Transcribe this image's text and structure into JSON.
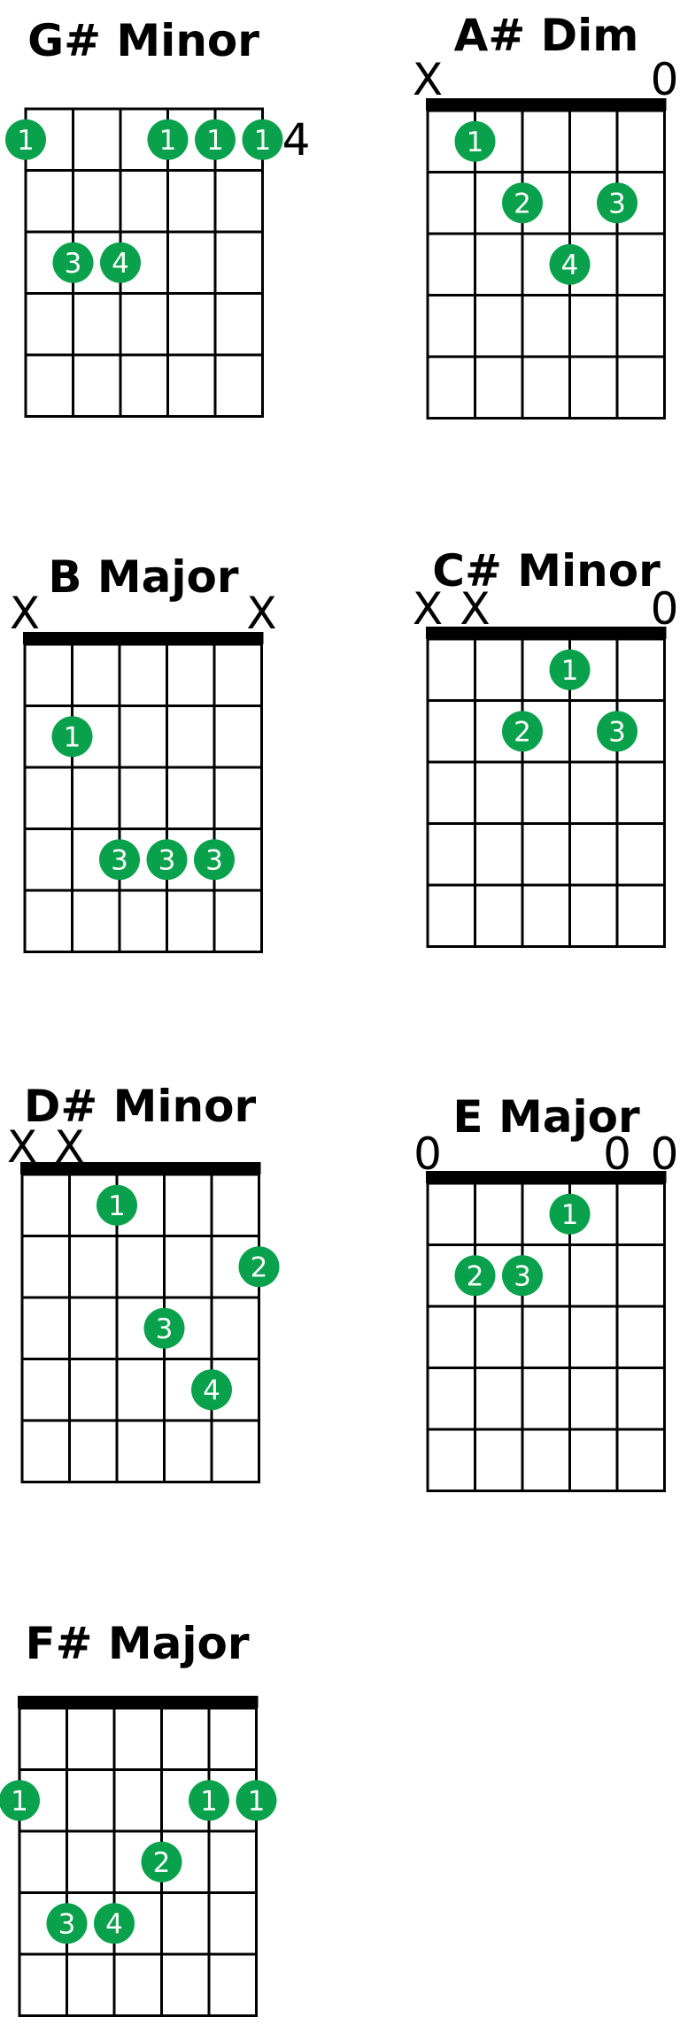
{
  "colors": {
    "dot": "#0aa14c",
    "line": "#000000",
    "dot_text": "#ffffff",
    "background": "#ffffff"
  },
  "chords": [
    {
      "name": "G# Minor",
      "nut": false,
      "fret_label": "4",
      "markers": [
        "",
        "",
        "",
        "",
        "",
        ""
      ],
      "dots": [
        {
          "string": 0,
          "fret": 1,
          "finger": "1"
        },
        {
          "string": 3,
          "fret": 1,
          "finger": "1"
        },
        {
          "string": 4,
          "fret": 1,
          "finger": "1"
        },
        {
          "string": 5,
          "fret": 1,
          "finger": "1"
        },
        {
          "string": 1,
          "fret": 3,
          "finger": "3"
        },
        {
          "string": 2,
          "fret": 3,
          "finger": "4"
        }
      ]
    },
    {
      "name": "A# Dim",
      "nut": true,
      "fret_label": "",
      "markers": [
        "X",
        "",
        "",
        "",
        "",
        "0"
      ],
      "dots": [
        {
          "string": 1,
          "fret": 1,
          "finger": "1"
        },
        {
          "string": 2,
          "fret": 2,
          "finger": "2"
        },
        {
          "string": 4,
          "fret": 2,
          "finger": "3"
        },
        {
          "string": 3,
          "fret": 3,
          "finger": "4"
        }
      ]
    },
    {
      "name": "B Major",
      "nut": true,
      "fret_label": "",
      "markers": [
        "X",
        "",
        "",
        "",
        "",
        "X"
      ],
      "dots": [
        {
          "string": 1,
          "fret": 2,
          "finger": "1"
        },
        {
          "string": 2,
          "fret": 4,
          "finger": "3"
        },
        {
          "string": 3,
          "fret": 4,
          "finger": "3"
        },
        {
          "string": 4,
          "fret": 4,
          "finger": "3"
        }
      ]
    },
    {
      "name": "C# Minor",
      "nut": true,
      "fret_label": "",
      "markers": [
        "X",
        "X",
        "",
        "",
        "",
        "0"
      ],
      "dots": [
        {
          "string": 3,
          "fret": 1,
          "finger": "1"
        },
        {
          "string": 2,
          "fret": 2,
          "finger": "2"
        },
        {
          "string": 4,
          "fret": 2,
          "finger": "3"
        }
      ]
    },
    {
      "name": "D# Minor",
      "nut": true,
      "fret_label": "",
      "markers": [
        "X",
        "X",
        "",
        "",
        "",
        ""
      ],
      "dots": [
        {
          "string": 2,
          "fret": 1,
          "finger": "1"
        },
        {
          "string": 5,
          "fret": 2,
          "finger": "2"
        },
        {
          "string": 3,
          "fret": 3,
          "finger": "3"
        },
        {
          "string": 4,
          "fret": 4,
          "finger": "4"
        }
      ]
    },
    {
      "name": "E Major",
      "nut": true,
      "fret_label": "",
      "markers": [
        "0",
        "",
        "",
        "",
        "0",
        "0"
      ],
      "dots": [
        {
          "string": 3,
          "fret": 1,
          "finger": "1"
        },
        {
          "string": 1,
          "fret": 2,
          "finger": "2"
        },
        {
          "string": 2,
          "fret": 2,
          "finger": "3"
        }
      ]
    },
    {
      "name": "F# Major",
      "nut": true,
      "fret_label": "",
      "markers": [
        "",
        "",
        "",
        "",
        "",
        ""
      ],
      "dots": [
        {
          "string": 0,
          "fret": 2,
          "finger": "1"
        },
        {
          "string": 4,
          "fret": 2,
          "finger": "1"
        },
        {
          "string": 5,
          "fret": 2,
          "finger": "1"
        },
        {
          "string": 3,
          "fret": 3,
          "finger": "2"
        },
        {
          "string": 1,
          "fret": 4,
          "finger": "3"
        },
        {
          "string": 2,
          "fret": 4,
          "finger": "4"
        }
      ]
    }
  ]
}
